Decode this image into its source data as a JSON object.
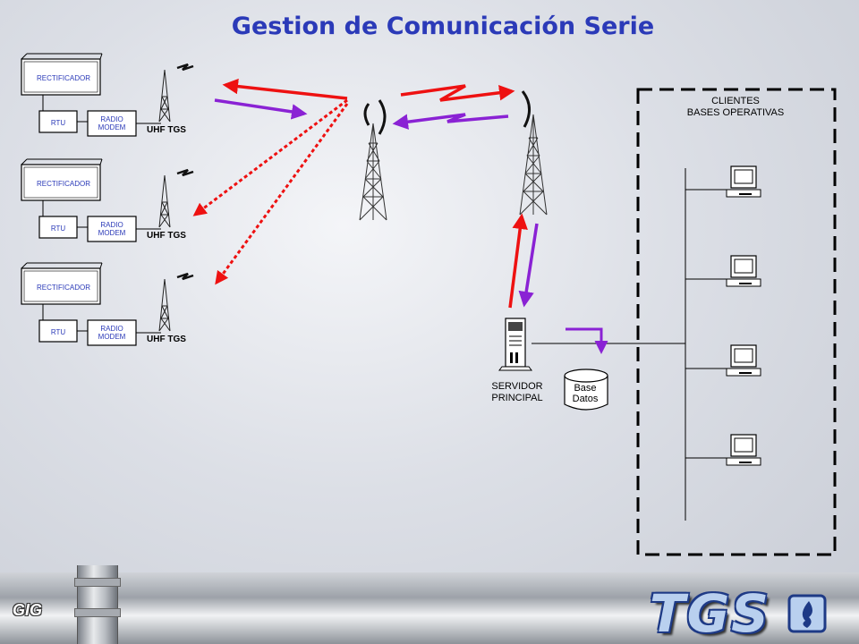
{
  "title": "Gestion de Comunicación Serie",
  "site": {
    "rectificador_label": "RECTIFICADOR",
    "rtu_label": "RTU",
    "radio_modem_line1": "RADIO",
    "radio_modem_line2": "MODEM",
    "antenna_label": "UHF TGS"
  },
  "server": {
    "line1": "SERVIDOR",
    "line2": "PRINCIPAL"
  },
  "database": {
    "line1": "Base",
    "line2": "Datos"
  },
  "clients": {
    "line1": "CLIENTES",
    "line2": "BASES OPERATIVAS"
  },
  "footer": {
    "left_logo": "GIG",
    "right_logo": "TGS"
  },
  "colors": {
    "title": "#2b3ab8",
    "red_link": "#ee1111",
    "purple_link": "#8a22d4",
    "label_blue": "#2b3ab8"
  }
}
